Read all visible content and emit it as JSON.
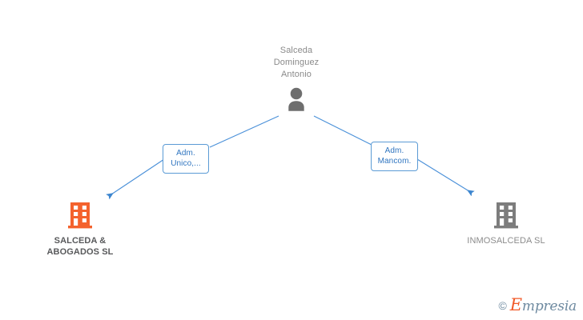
{
  "diagram": {
    "type": "org-relationship-tree",
    "background_color": "#ffffff",
    "root": {
      "id": "person-root",
      "name": "Salceda\nDominguez\nAntonio",
      "icon": "person-icon",
      "icon_color": "#6e6e6e",
      "text_color": "#8a8a8a"
    },
    "edges": [
      {
        "id": "edge-adm-unico",
        "from": "person-root",
        "to": "company-salceda-abogados",
        "label": "Adm.\nUnico,...",
        "line_color": "#4a90d9",
        "label_border_color": "#5b9bd5",
        "label_text_color": "#2f75c0"
      },
      {
        "id": "edge-adm-mancom",
        "from": "person-root",
        "to": "company-inmosalceda",
        "label": "Adm.\nMancom.",
        "line_color": "#4a90d9",
        "label_border_color": "#5b9bd5",
        "label_text_color": "#2f75c0"
      }
    ],
    "companies": [
      {
        "id": "company-salceda-abogados",
        "name": "SALCEDA &\nABOGADOS SL",
        "icon": "building-icon",
        "icon_color": "#f4622d",
        "text_color": "#58595b",
        "emphasis": "primary"
      },
      {
        "id": "company-inmosalceda",
        "name": "INMOSALCEDA SL",
        "icon": "building-icon",
        "icon_color": "#7d7d7d",
        "text_color": "#8c8c8c",
        "emphasis": "secondary"
      }
    ]
  },
  "watermark": {
    "copyright_symbol": "©",
    "brand_initial": "E",
    "brand_rest": "mpresia",
    "accent_color": "#f15a29",
    "text_color": "#6e8aa0"
  }
}
